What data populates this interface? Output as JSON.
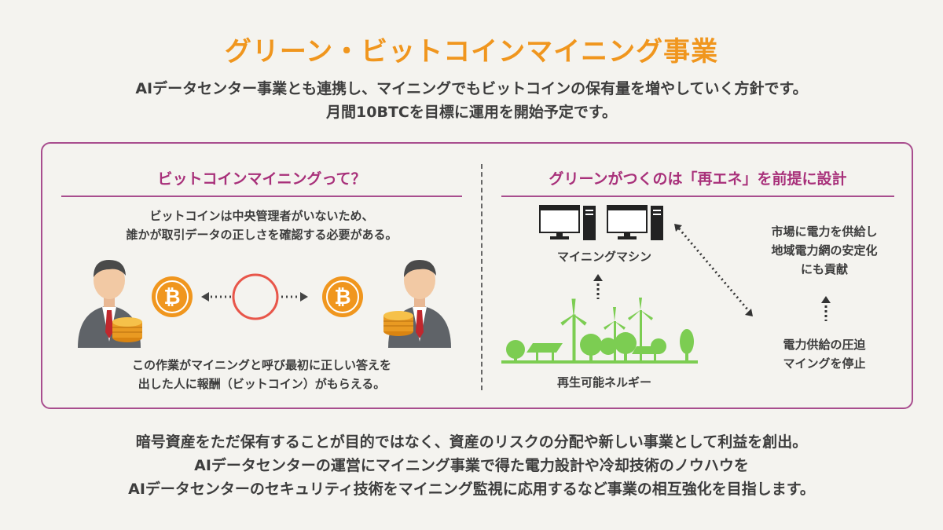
{
  "title": "グリーン・ビットコインマイニング事業",
  "intro": {
    "line1": "AIデータセンター事業とも連携し、マイニングでもビットコインの保有量を増やしていく方針です。",
    "line2": "月間10BTCを目標に運用を開始予定です。"
  },
  "left": {
    "heading": "ビットコインマイニングって？",
    "desc1": "ビットコインは中央管理者がいないため、",
    "desc2": "誰かが取引データの正しさを確認する必要がある。",
    "result1": "この作業がマイニングと呼び最初に正しい答えを",
    "result2": "出した人に報酬（ビットコイン）がもらえる。"
  },
  "right": {
    "heading": "グリーンがつくのは「再エネ」を前提に設計",
    "machine_label": "マイニングマシン",
    "energy_label": "再生可能ネルギー",
    "grid1": "市場に電力を供給し",
    "grid2": "地域電力網の安定化",
    "grid3": "にも貢献",
    "stop1": "電力供給の圧迫",
    "stop2": "マイングを停止"
  },
  "bottom": {
    "line1": "暗号資産をただ保有することが目的ではなく、資産のリスクの分配や新しい事業として利益を創出。",
    "line2": "AIデータセンターの運営にマイニング事業で得た電力設計や冷却技術のノウハウを",
    "line3": "AIデータセンターのセキュリティ技術をマイニング監視に応用するなど事業の相互強化を目指します。"
  },
  "colors": {
    "title": "#f0961e",
    "accent": "#a84d8e",
    "heading": "#a8307a",
    "coin": "#f0961e",
    "energy": "#7ccd52"
  },
  "icons": [
    "businessman-icon",
    "coin-stack-icon",
    "bitcoin-icon",
    "verify-circle-icon",
    "computer-icon",
    "wind-turbine-icon",
    "solar-panel-icon",
    "tree-icon"
  ]
}
